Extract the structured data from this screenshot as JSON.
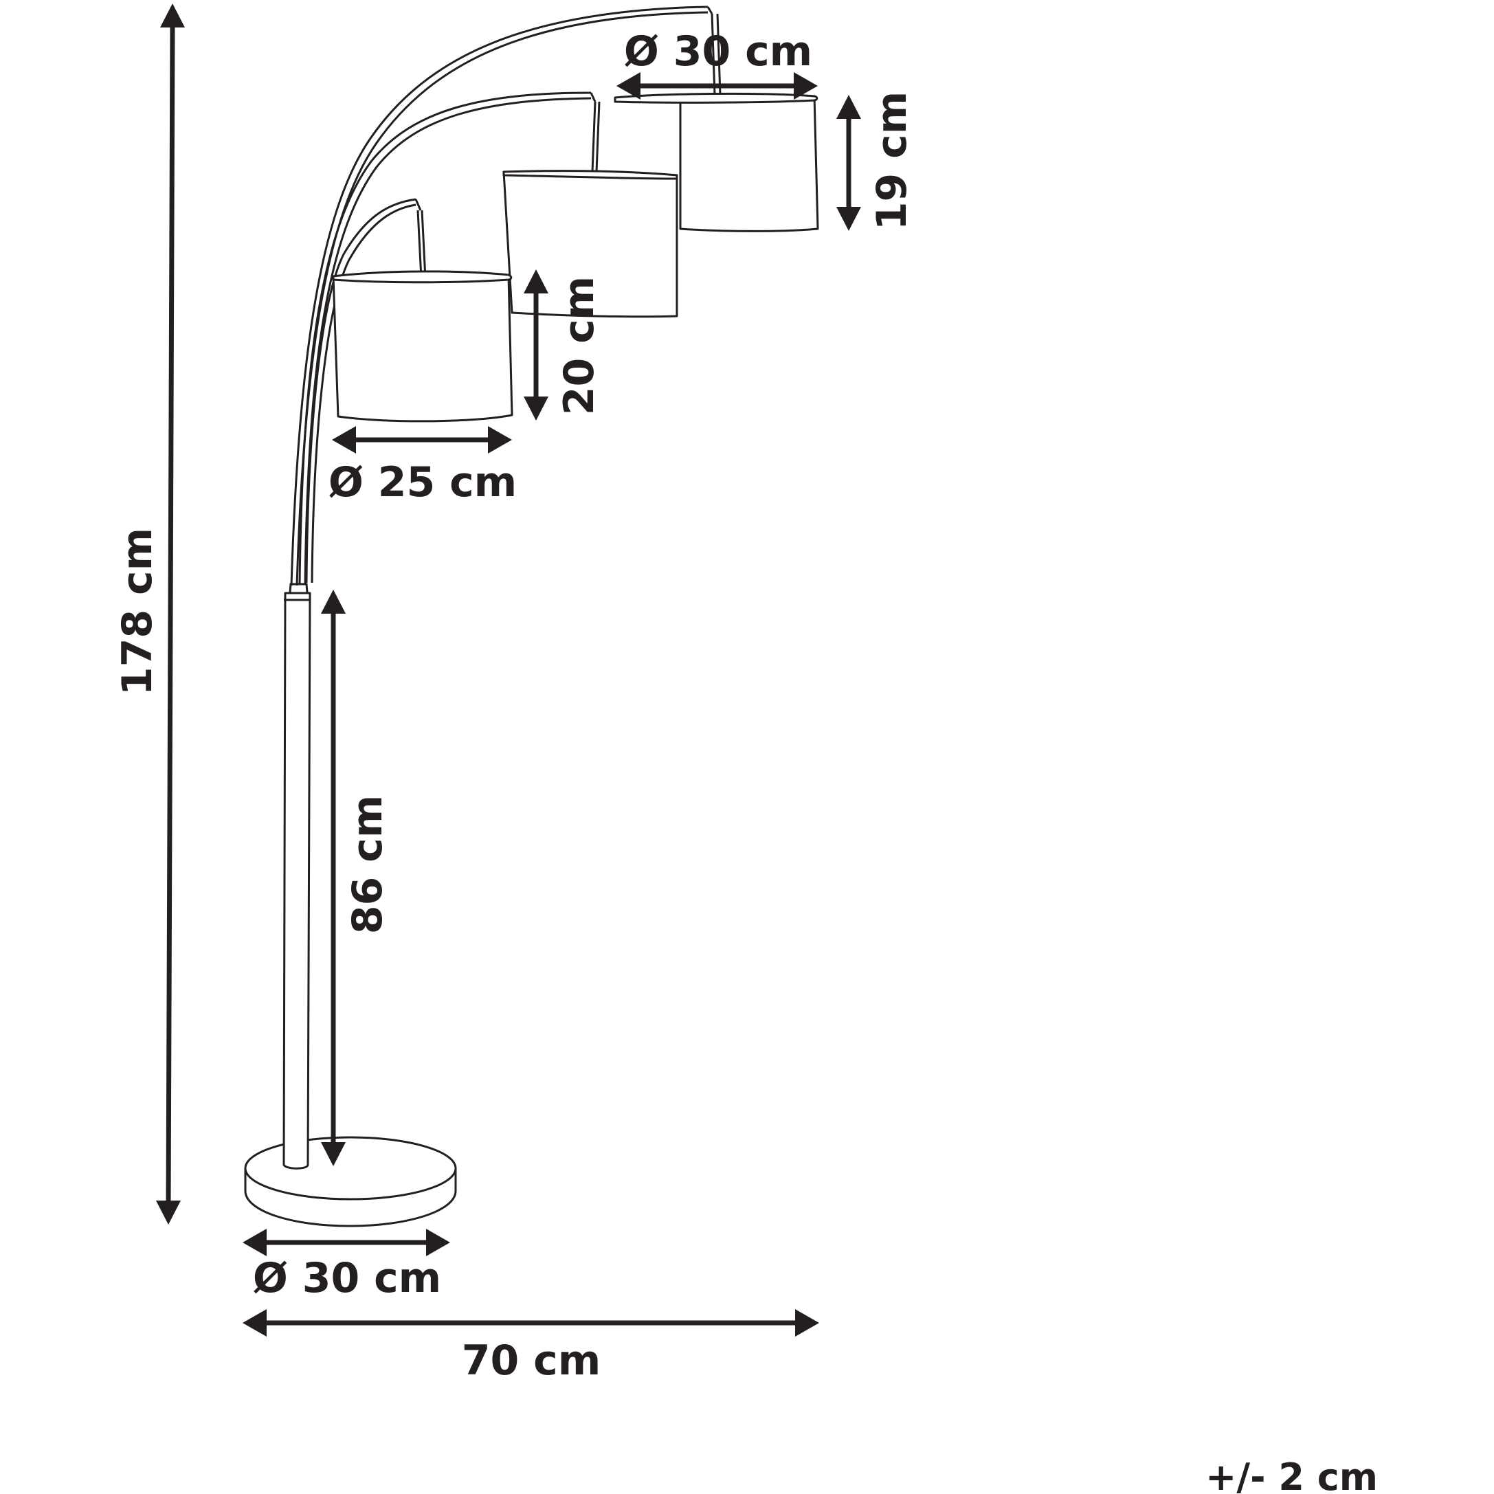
{
  "colors": {
    "line": "#231f20",
    "background": "#ffffff"
  },
  "dimensions": {
    "total_height": "178 cm",
    "base_to_arm_height": "86 cm",
    "base_diameter": "Ø 30 cm",
    "total_width": "70 cm",
    "large_shade_diameter": "Ø 30 cm",
    "large_shade_height": "19 cm",
    "small_shade_diameter": "Ø 25 cm",
    "small_shade_height": "20 cm"
  },
  "tolerance": "+/- 2 cm"
}
